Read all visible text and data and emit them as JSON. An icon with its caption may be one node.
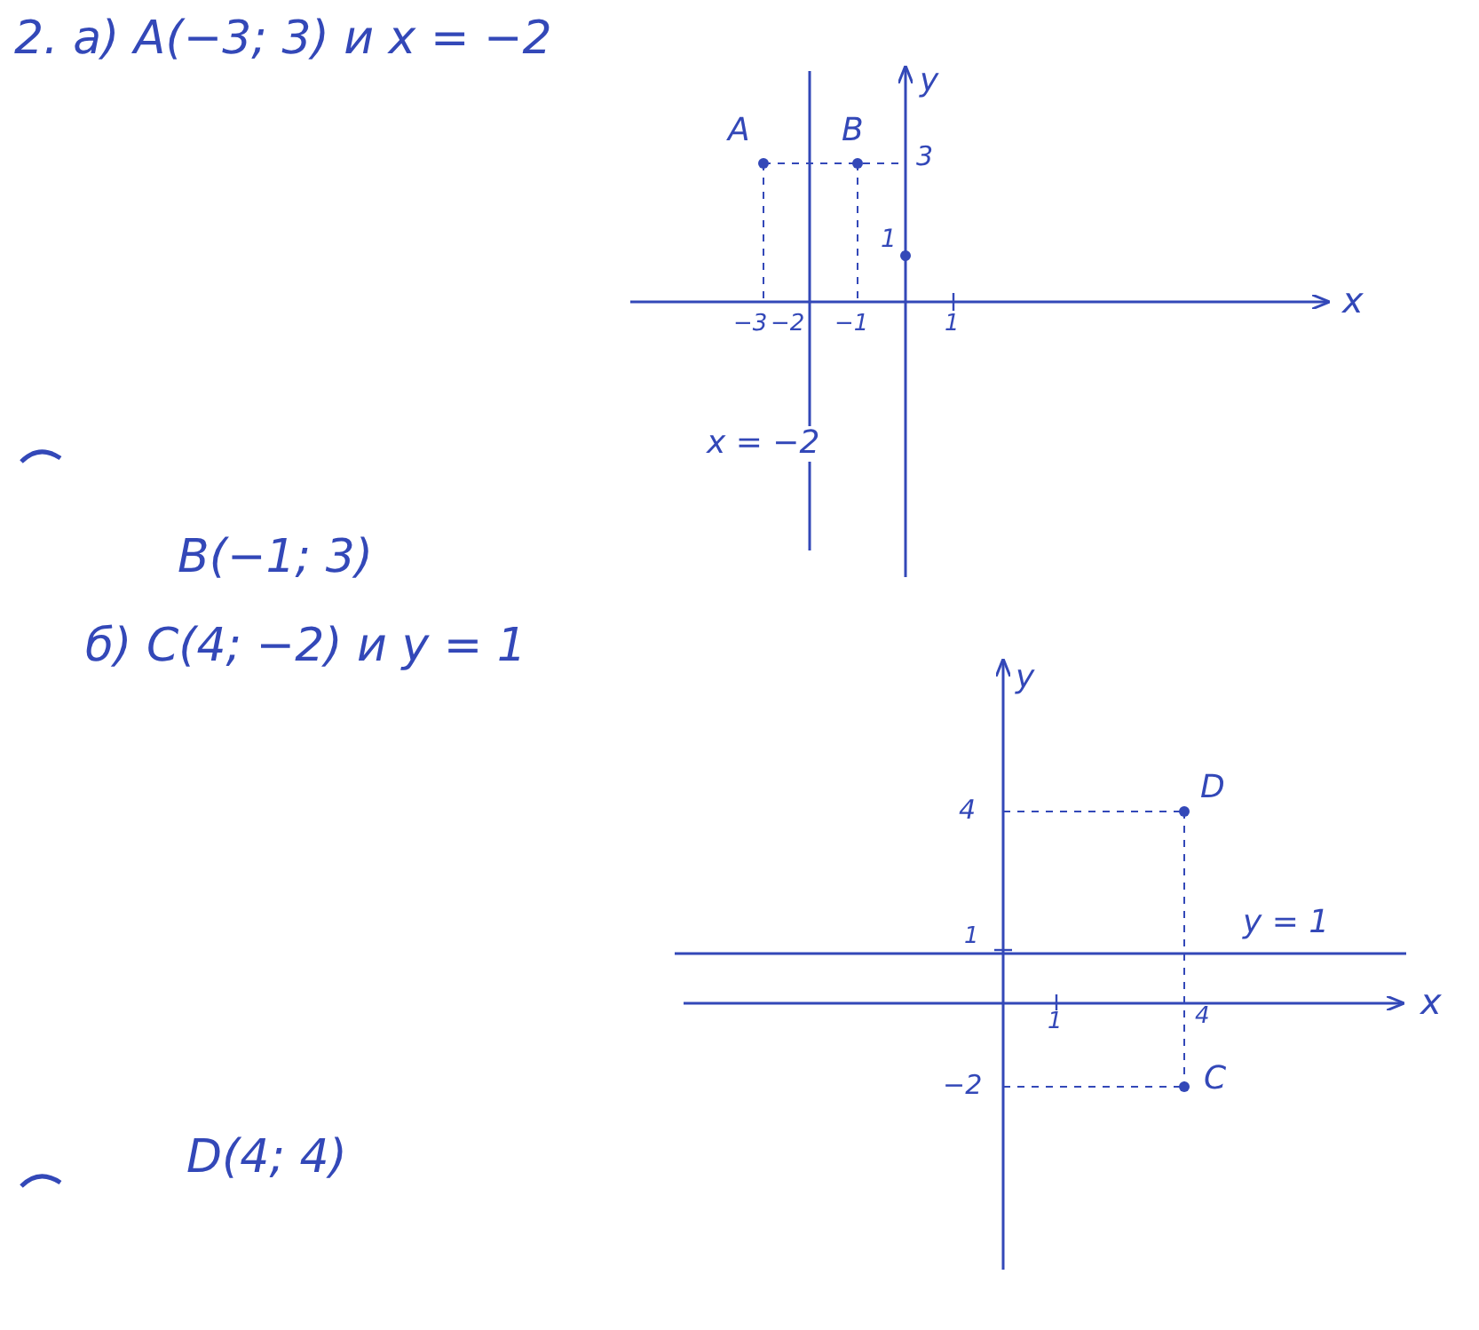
{
  "diagram": {
    "labels": [
      "2. а) A(−3; 3) и x = −2",
      "y",
      "A",
      "B",
      "3",
      "1",
      "x",
      "−3",
      "−2",
      "−1",
      "1",
      "x = −2",
      "B(−1; 3)",
      "б) C(4; −2) и y = 1",
      "y",
      "D",
      "4",
      "1",
      "y = 1",
      "x",
      "1",
      "4",
      "−2",
      "C",
      "D(4; 4)"
    ]
  }
}
